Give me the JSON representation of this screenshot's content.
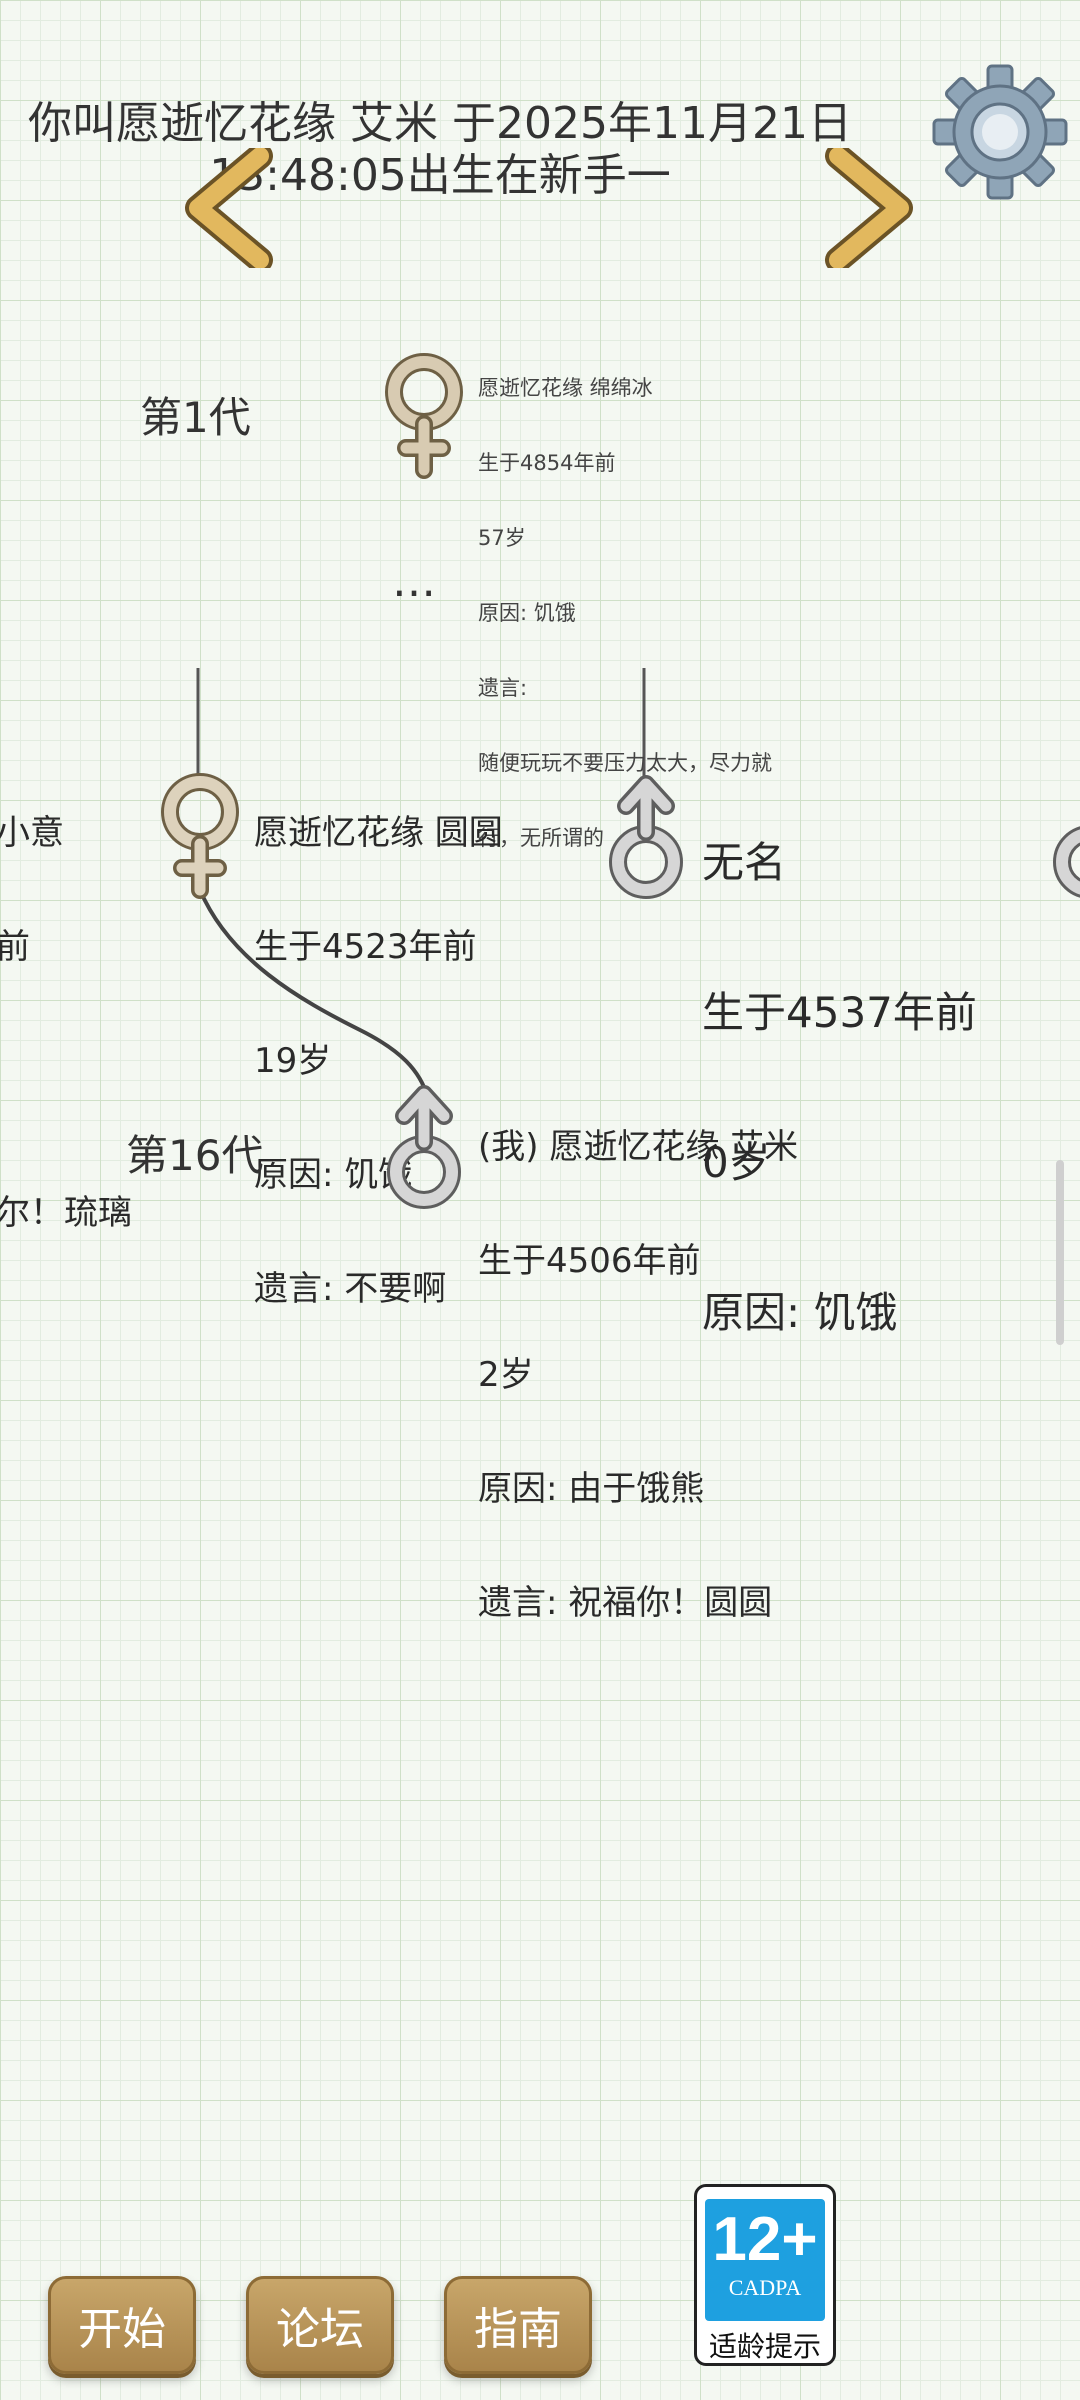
{
  "header": {
    "title_line1": "你叫愿逝忆花缘 艾米 于2025年11月21日",
    "title_line2": "13:48:05出生在新手一"
  },
  "generations": {
    "first_label": "第1代",
    "last_label": "第16代",
    "ellipsis": "…"
  },
  "ancestors": {
    "first": {
      "lines": [
        "愿逝忆花缘 绵绵冰",
        "生于4854年前",
        "57岁",
        "原因: 饥饿",
        "遗言:",
        "随便玩玩不要压力太大，尽力就",
        "行，无所谓的"
      ]
    },
    "left_partial": {
      "lines": [
        "小意",
        "前",
        "",
        "",
        "尔！琉璃"
      ]
    },
    "mother": {
      "lines": [
        "愿逝忆花缘 圆圆",
        "生于4523年前",
        "19岁",
        "原因: 饥饿",
        "遗言: 不要啊"
      ]
    },
    "unnamed": {
      "lines": [
        "无名",
        "生于4537年前",
        "0岁",
        "原因: 饥饿"
      ]
    },
    "me": {
      "lines": [
        "(我) 愿逝忆花缘 艾米",
        "生于4506年前",
        "2岁",
        "原因: 由于饿熊",
        "遗言: 祝福你！圆圆"
      ]
    }
  },
  "icons": {
    "female": "female-symbol-icon",
    "male": "male-symbol-icon",
    "settings": "gear-icon",
    "prev": "chevron-left-icon",
    "next": "chevron-right-icon"
  },
  "buttons": {
    "start": "开始",
    "forum": "论坛",
    "guide": "指南"
  },
  "age_rating": {
    "age": "12+",
    "org": "CADPA",
    "caption": "适龄提示"
  },
  "colors": {
    "button": "#b08d55",
    "cadpa_blue": "#1ea0e0",
    "grid": "#cfe0c8"
  }
}
